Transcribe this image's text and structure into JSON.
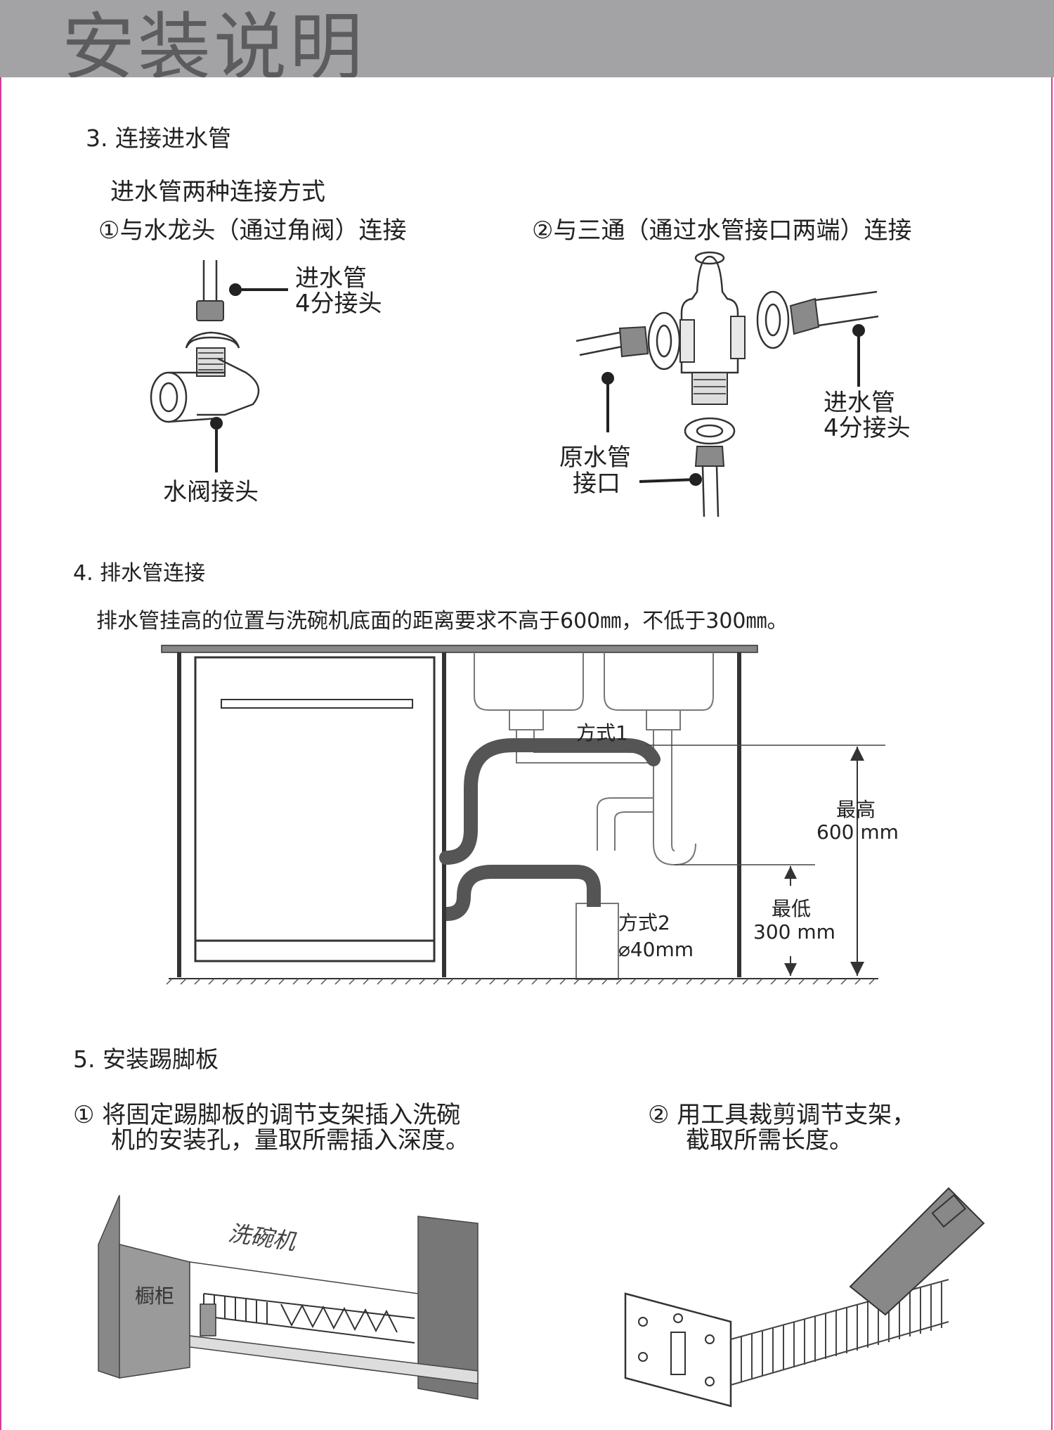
{
  "header": {
    "title": "安装说明"
  },
  "section3": {
    "heading": "3. 连接进水管",
    "subheading": "进水管两种连接方式",
    "method1": {
      "title": "①与水龙头（通过角阀）连接",
      "label_pipe": "进水管",
      "label_fitting": "4分接头",
      "label_valve": "水阀接头"
    },
    "method2": {
      "title": "②与三通（通过水管接口两端）连接",
      "label_pipe": "进水管",
      "label_fitting": "4分接头",
      "label_orig_1": "原水管",
      "label_orig_2": "接口"
    }
  },
  "section4": {
    "heading": "4. 排水管连接",
    "note": "排水管挂高的位置与洗碗机底面的距离要求不高于600㎜，不低于300㎜。",
    "diagram": {
      "mode1": "方式1",
      "mode2_1": "方式2",
      "mode2_2": "⌀40mm",
      "max_1": "最高",
      "max_2": "600 mm",
      "min_1": "最低",
      "min_2": "300 mm"
    }
  },
  "section5": {
    "heading": "5. 安装踢脚板",
    "step1_line1": "① 将固定踢脚板的调节支架插入洗碗",
    "step1_line2": "机的安装孔，量取所需插入深度。",
    "step2_line1": "② 用工具裁剪调节支架，",
    "step2_line2": "截取所需长度。",
    "label_dishwasher": "洗碗机",
    "label_cabinet": "橱柜"
  }
}
